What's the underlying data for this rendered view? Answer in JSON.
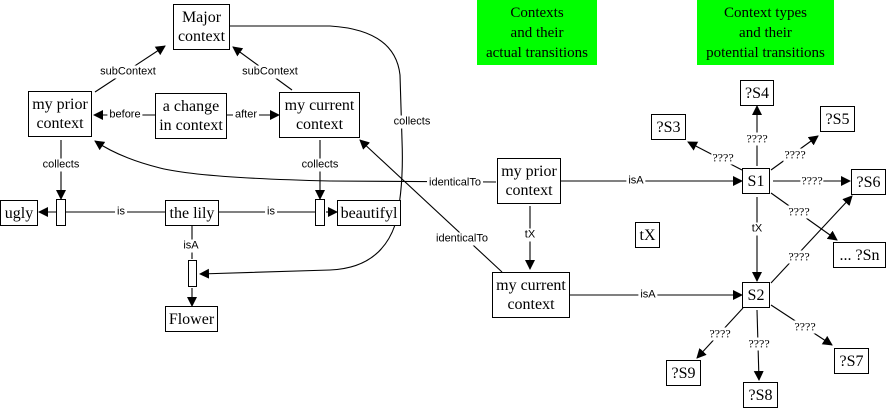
{
  "headers": {
    "actual": "Contexts\nand their\nactual  transitions",
    "potential": "Context types\nand their\npotential transitions"
  },
  "colors": {
    "header_bg": "#00ff00",
    "stroke": "#000000"
  },
  "nodes": {
    "major_context": "Major\ncontext",
    "my_prior_context_left": "my prior\ncontext",
    "a_change_in_context": "a change\nin context",
    "my_current_context_left": "my current\ncontext",
    "ugly": "ugly",
    "the_lily": "the lily",
    "beautifyl": "beautifyl",
    "flower": "Flower",
    "my_prior_context_mid": "my prior\ncontext",
    "my_current_context_mid": "my current\ncontext",
    "tx_box": "tX",
    "s1": "S1",
    "s2": "S2",
    "s3": "?S3",
    "s4": "?S4",
    "s5": "?S5",
    "s6": "?S6",
    "sn": "... ?Sn",
    "s7": "?S7",
    "s8": "?S8",
    "s9": "?S9"
  },
  "edge_labels": {
    "subcontext_left": "subContext",
    "subcontext_right": "subContext",
    "before": "before",
    "after": "after",
    "collects_left": "collects",
    "collects_mid": "collects",
    "collects_curve": "collects",
    "is_left": "is",
    "is_right": "is",
    "isa_lily": "isA",
    "identicalto_top": "identicalTo",
    "identicalto_bottom": "identicalTo",
    "tx_mid": "tX",
    "isa_prior": "isA",
    "isa_current": "isA",
    "tx_right": "tX",
    "q_s3": "????",
    "q_s4": "????",
    "q_s5": "????",
    "q_s6": "????",
    "q_sn": "????",
    "q_s2_s6": "????",
    "q_s9": "????",
    "q_s8": "????",
    "q_s7": "????"
  }
}
